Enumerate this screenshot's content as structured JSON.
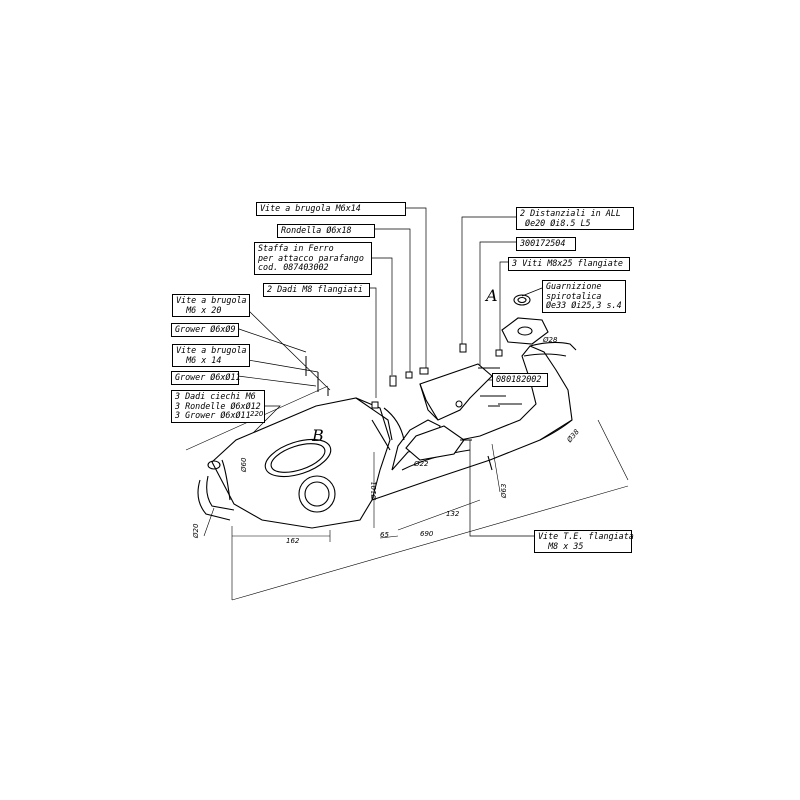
{
  "labels": {
    "vite_m6x14": "Vite a brugola M6x14",
    "rondella": "Rondella Ø6x18",
    "staffa": "Staffa in Ferro\nper attacco parafango\ncod. 087403002",
    "dadi_m8": "2 Dadi M8 flangiati",
    "vite_m6x20": "Vite a brugola\n  M6 x 20",
    "grower_6x9": "Grower Ø6xØ9",
    "vite_m6x14b": "Vite a brugola\n  M6 x 14",
    "grower_6x11": "Grower Ø6xØ11",
    "dadi_ciechi": "3 Dadi ciechi M6\n3 Rondelle Ø6xØ12\n3 Grower Ø6xØ11",
    "distanziali": "2 Distanziali in ALL\n Øe20 Øi8.5 L5",
    "code_300": "300172504",
    "viti_m8x25": "3 Viti M8x25 flangiate",
    "guarnizione": "Guarnizione\nspirotalica\nØe33 Øi25,3 s.4",
    "code_080": "080182002",
    "vite_te": "Vite T.E. flangiata\n  M8 x 35"
  },
  "dimensions": {
    "d220": "220",
    "d60": "Ø60",
    "d20": "Ø20",
    "d162": "162",
    "d65": "65",
    "d690": "690",
    "d132": "132",
    "d101": "Ø101",
    "d22": "Ø22",
    "d63": "Ø63",
    "d38": "Ø38",
    "d28": "Ø28"
  },
  "letters": {
    "a": "A",
    "b": "B"
  }
}
